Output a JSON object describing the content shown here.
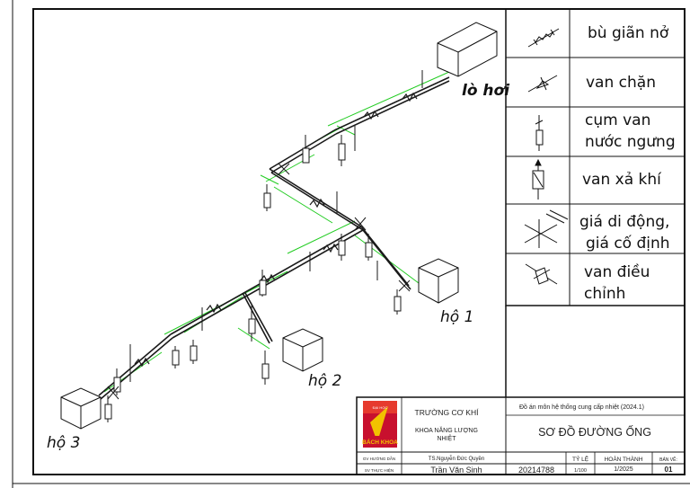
{
  "drawing": {
    "labels": {
      "boiler": "lò hơi",
      "house1": "hộ 1",
      "house2": "hộ 2",
      "house3": "hộ 3"
    }
  },
  "legend": {
    "items": [
      {
        "icon": "expansion-joint-icon",
        "label_lines": [
          "bù giãn nở"
        ]
      },
      {
        "icon": "stop-valve-icon",
        "label_lines": [
          "van chặn"
        ]
      },
      {
        "icon": "condensate-valve-assembly-icon",
        "label_lines": [
          "cụm van",
          "nước ngưng"
        ]
      },
      {
        "icon": "air-vent-valve-icon",
        "label_lines": [
          "van xả khí"
        ]
      },
      {
        "icon": "pipe-support-icon",
        "label_lines": [
          "giá di động,",
          "giá cố định"
        ]
      },
      {
        "icon": "control-valve-icon",
        "label_lines": [
          "van điều",
          "chỉnh"
        ]
      }
    ]
  },
  "title_block": {
    "logo_text_top": "ĐẠI HỌC",
    "logo_text_bottom": "BÁCH KHOA",
    "school": "TRƯỜNG CƠ KHÍ",
    "faculty_line1": "KHOA NĂNG LƯỢNG",
    "faculty_line2": "NHIỆT",
    "project": "Đồ án môn hệ thống cung cấp nhiệt (2024.1)",
    "drawing_title": "SƠ ĐỒ ĐƯỜNG ỐNG",
    "advisor_label": "GV HƯỚNG DẪN",
    "advisor_name": "TS.Nguyễn Đức Quyền",
    "student_label": "SV THỰC HIỆN",
    "student_name": "Trần Văn Sinh",
    "student_id": "20214788",
    "scale_label": "TỶ LỆ",
    "scale_value": "1/100",
    "completed_label": "HOÀN THÀNH",
    "completed_value": "1/2025",
    "sheet_label": "BẢN VẼ:",
    "sheet_value": "01"
  },
  "colors": {
    "pipe": "#1a1a1a",
    "dimension": "#22cc22",
    "border": "#111111",
    "logo_red": "#c8102e",
    "logo_yellow": "#f2c200"
  }
}
